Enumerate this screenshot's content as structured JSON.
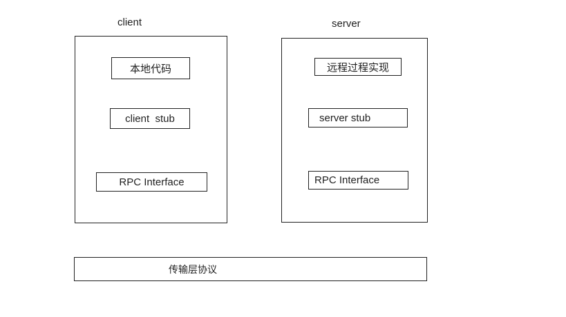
{
  "page": {
    "background": "#ffffff",
    "line_color": "#1f1f1f"
  },
  "diagram": {
    "client": {
      "title": "client",
      "boxes": {
        "local_code": "本地代码",
        "client_stub": "client  stub",
        "rpc_interface": "RPC Interface"
      }
    },
    "server": {
      "title": "server",
      "boxes": {
        "remote_impl": "远程过程实现",
        "server_stub": "server stub",
        "rpc_interface": "RPC Interface"
      }
    },
    "transport": {
      "label": "传输层协议"
    }
  }
}
